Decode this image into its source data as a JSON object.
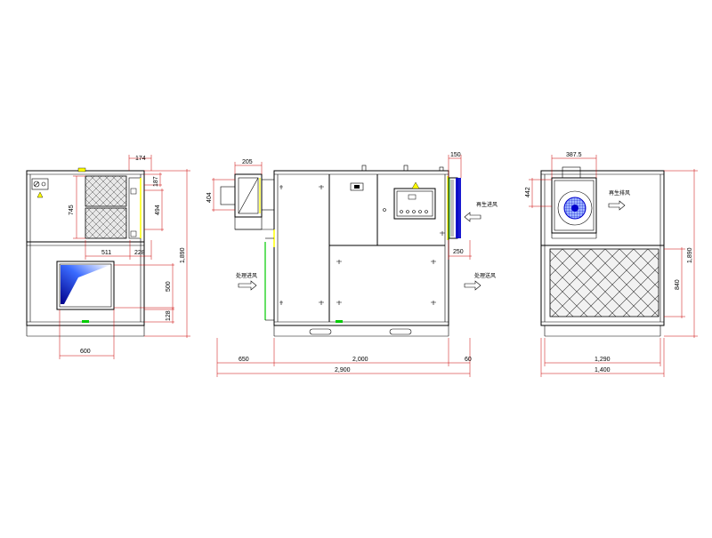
{
  "colors": {
    "outline": "#000000",
    "dimension_line": "#cc0000",
    "indicator_yellow": "#ffff00",
    "indicator_green": "#00cc00",
    "accent_blue": "#0000cc",
    "panel_gray": "#d0d0d0"
  },
  "front_view": {
    "dims": {
      "top_width": "174",
      "small_height": "187",
      "filter_height": "745",
      "side_height": "494",
      "mid_width": "511",
      "right_gap": "228",
      "total_height": "1,890",
      "outlet_height": "500",
      "base_height": "128",
      "outlet_width": "600"
    }
  },
  "side_view": {
    "dims": {
      "fan_width": "205",
      "fan_height": "404",
      "right_width": "150",
      "right_lower": "250",
      "left_offset": "650",
      "body_width": "2,000",
      "right_offset": "60",
      "total_length": "2,900"
    },
    "labels": {
      "left_inlet": "处理进风",
      "right_upper": "再生进风",
      "right_lower": "处理送风"
    }
  },
  "rear_view": {
    "dims": {
      "fan_width": "387.5",
      "fan_height": "442",
      "filter_height": "840",
      "total_height": "1,890",
      "inner_width": "1,290",
      "total_width": "1,400"
    },
    "labels": {
      "fan_outlet": "再生排风"
    }
  }
}
